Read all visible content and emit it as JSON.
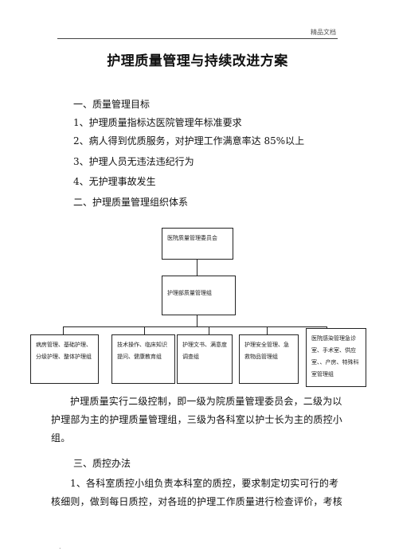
{
  "header": {
    "label": "精品文档"
  },
  "title": "护理质量管理与持续改进方案",
  "sections": [
    {
      "text": "一、质量管理目标"
    },
    {
      "text": "1、护理质量指标达医院管理年标准要求"
    },
    {
      "text": "2、病人得到优质服务，对护理工作满意率达 85%以上"
    },
    {
      "text": "3、护理人员无违法违纪行为"
    },
    {
      "text": "4、无护理事故发生"
    },
    {
      "text": "二、护理质量管理组织体系"
    }
  ],
  "org": {
    "top": "医院质量管理委员会",
    "middle": "护理部质量管理组",
    "groups": [
      "病房管理、基础护理、分级护理、整体护理组",
      "技术操作、临床知识提问、健康教育组",
      "护理文书、满意度调查组",
      "护理安全管理、急救物品管理组",
      "医院感染管理急诊室、手术室、供应室、、产房、特殊科室管理组"
    ]
  },
  "para1": "护理质量实行二级控制，即一级为院质量管理委员会，二级为以护理部为主的护理质量管理组，三级为各科室以护士长为主的质控小组。",
  "section3": "三、质控办法",
  "para2": "1、各科室质控小组负责本科室的质控，要求制定切实可行的考核细则，做到每日质控，对各班的护理工作质量进行检查评价，考核",
  "footer": "."
}
